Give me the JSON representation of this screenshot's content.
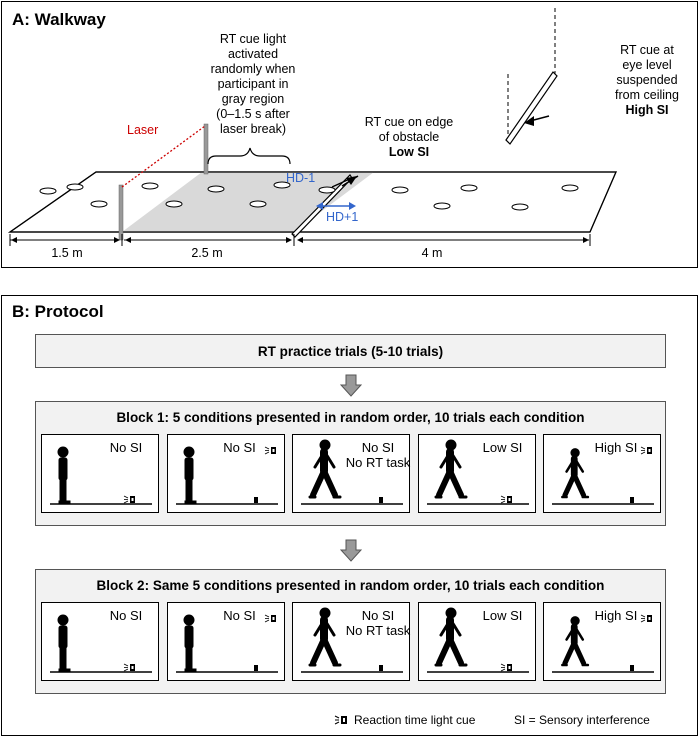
{
  "panel_a": {
    "title": "A: Walkway",
    "laser_label": "Laser",
    "rt_cue_gray_label": [
      "RT cue light",
      "activated",
      "randomly when",
      "participant in",
      "gray region",
      "(0–1.5 s after",
      "laser break)"
    ],
    "rt_cue_edge_label": [
      "RT cue on edge",
      "of obstacle"
    ],
    "low_si_label": "Low SI",
    "rt_cue_eye_label": [
      "RT cue at",
      "eye level",
      "suspended",
      "from ceiling"
    ],
    "high_si_label": "High SI",
    "hd_minus": "HD-1",
    "hd_plus": "HD+1",
    "dist_1": "1.5 m",
    "dist_2": "2.5 m",
    "dist_3": "4 m",
    "colors": {
      "laser": "#cc0000",
      "hd": "#3366cc",
      "gray_region": "#d9d9d9"
    }
  },
  "panel_b": {
    "title": "B: Protocol",
    "practice": "RT practice trials (5-10 trials)",
    "block1_title": "Block 1:  5 conditions presented in random order, 10 trials each condition",
    "block2_title": "Block 2:  Same 5 conditions presented in random order, 10 trials each condition",
    "block1_conditions": [
      {
        "text": [
          "No SI"
        ],
        "figure": "standing",
        "cue": "floor"
      },
      {
        "text": [
          "No SI"
        ],
        "figure": "standing",
        "cue": "eye"
      },
      {
        "text": [
          "No SI",
          "No RT task"
        ],
        "figure": "walking",
        "cue": "none"
      },
      {
        "text": [
          "Low SI"
        ],
        "figure": "walking",
        "cue": "floor"
      },
      {
        "text": [
          "High SI"
        ],
        "figure": "walking",
        "cue": "eye"
      }
    ],
    "block2_conditions": [
      {
        "text": [
          "No SI"
        ],
        "figure": "standing",
        "cue": "floor"
      },
      {
        "text": [
          "No SI"
        ],
        "figure": "standing",
        "cue": "eye"
      },
      {
        "text": [
          "No SI",
          "No RT task"
        ],
        "figure": "walking",
        "cue": "none"
      },
      {
        "text": [
          "Low SI"
        ],
        "figure": "walking",
        "cue": "floor"
      },
      {
        "text": [
          "High SI"
        ],
        "figure": "walking",
        "cue": "eye"
      }
    ],
    "legend_cue": "Reaction time light cue",
    "legend_si": "SI = Sensory interference"
  }
}
